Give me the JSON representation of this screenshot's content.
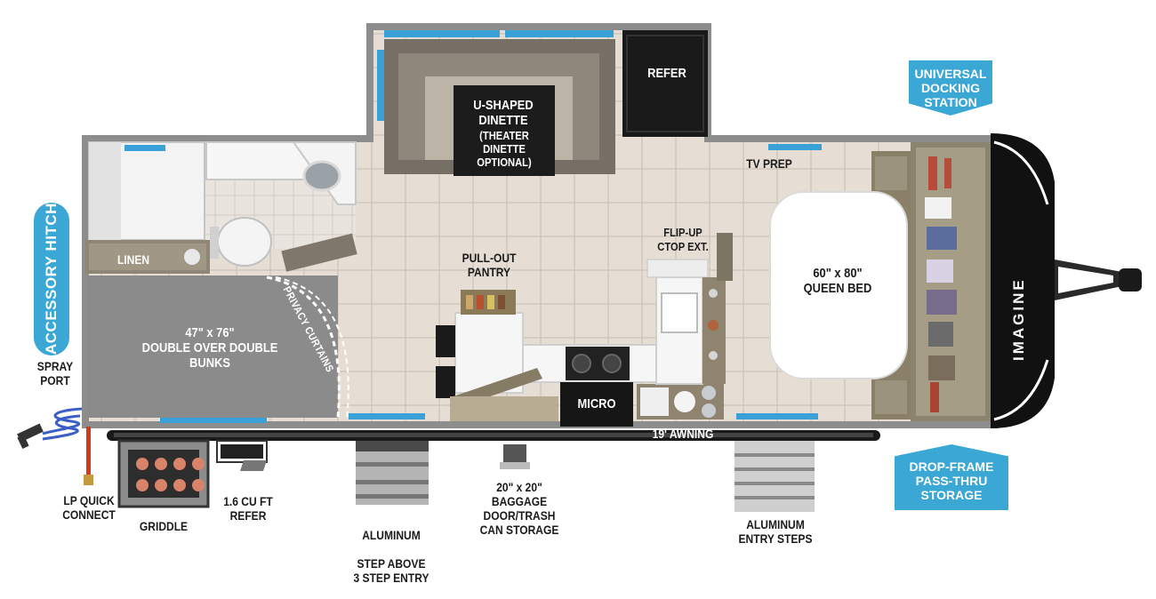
{
  "brand": {
    "name": "IMAGINE"
  },
  "labels": {
    "refer": "REFER",
    "dinette": "U-SHAPED\nDINETTE",
    "dinette_note": "(THEATER DINETTE\nOPTIONAL)",
    "tv_prep": "TV PREP",
    "flip_up": "FLIP-UP\nCTOP EXT.",
    "pantry": "PULL-OUT\nPANTRY",
    "queen_bed": "60\" x 80\"\nQUEEN BED",
    "linen": "LINEN",
    "bunks": "47\" x 76\"\nDOUBLE OVER DOUBLE\nBUNKS",
    "privacy_curtains": "PRIVACY CURTAINS",
    "micro": "MICRO",
    "awning": "19' AWNING",
    "spray_port": "SPRAY\nPORT",
    "lp_quick_connect": "LP QUICK\nCONNECT",
    "griddle": "GRIDDLE",
    "refer_small": "1.6 CU FT\nREFER",
    "step_entry_top": "ALUMINUM",
    "step_entry_accent": "STEP ABOVE",
    "step_entry_bottom": "3 STEP ENTRY",
    "baggage": "20\" x 20\"\nBAGGAGE\nDOOR/TRASH\nCAN STORAGE",
    "entry_steps": "ALUMINUM\nENTRY STEPS"
  },
  "callouts": {
    "accessory_hitch": "ACCESSORY HITCH",
    "docking_station": "UNIVERSAL\nDOCKING\nSTATION",
    "pass_thru": "DROP-FRAME\nPASS-THRU\nSTORAGE"
  },
  "colors": {
    "wall": "#8a8a8a",
    "floor_tile": "#e4dcd2",
    "cabinet": "#8a8068",
    "window": "#3aa0d8",
    "callout": "#3aa7d4",
    "front_cap": "#111111",
    "accent_text": "#36a6d6"
  }
}
